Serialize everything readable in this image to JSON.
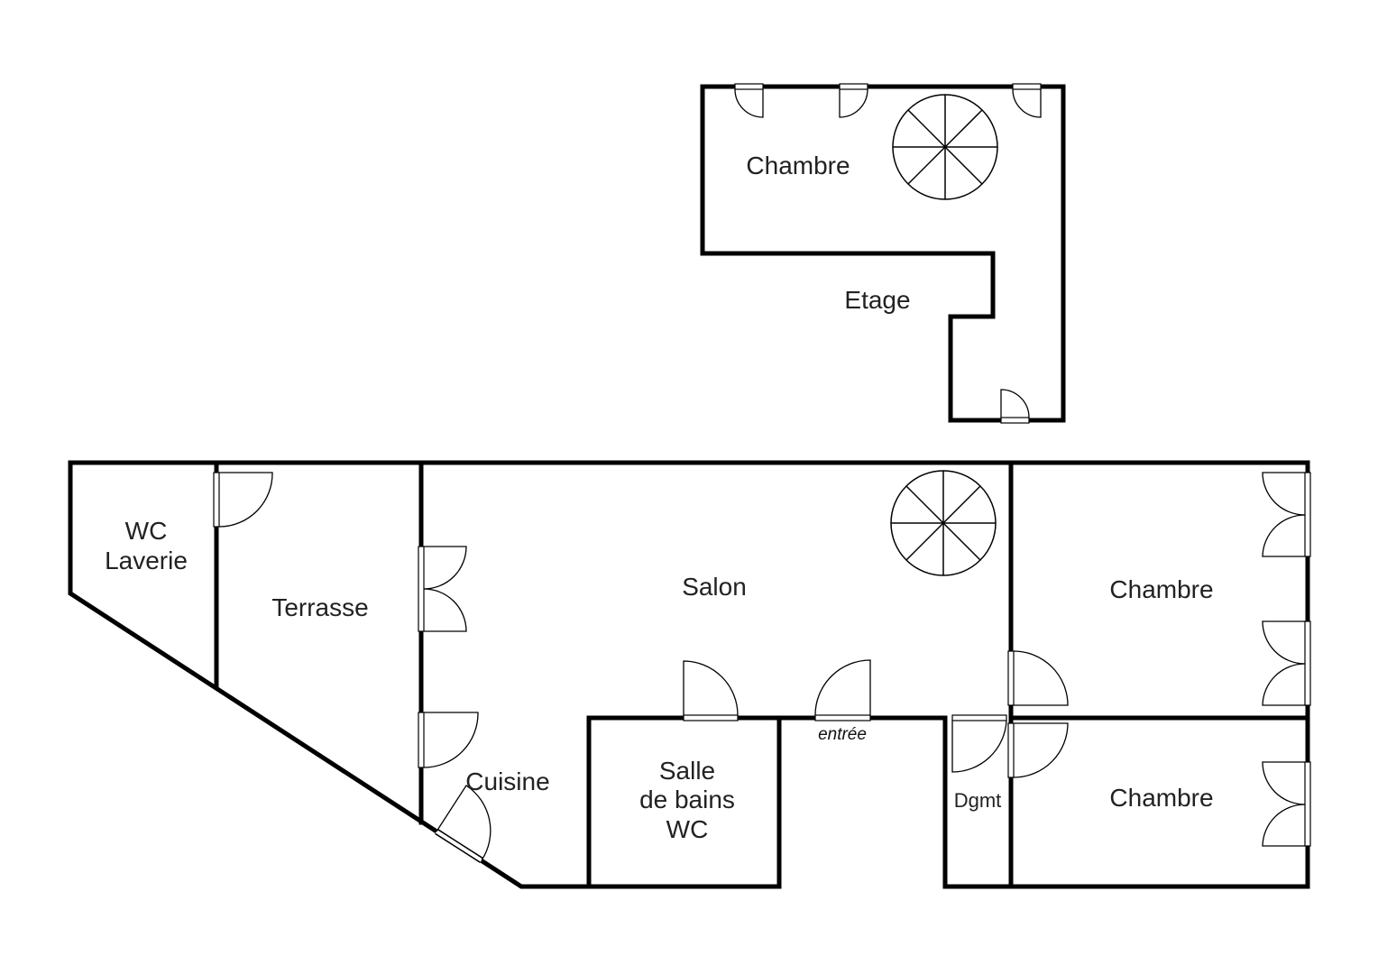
{
  "rooms": {
    "upper_chambre": "Chambre",
    "etage": "Etage",
    "wc_laverie_1": "WC",
    "wc_laverie_2": "Laverie",
    "terrasse": "Terrasse",
    "salon": "Salon",
    "cuisine": "Cuisine",
    "sdb_1": "Salle",
    "sdb_2": "de bains",
    "sdb_3": "WC",
    "entree": "entrée",
    "dgmt": "Dgmt",
    "chambre_east_1": "Chambre",
    "chambre_east_2": "Chambre"
  }
}
